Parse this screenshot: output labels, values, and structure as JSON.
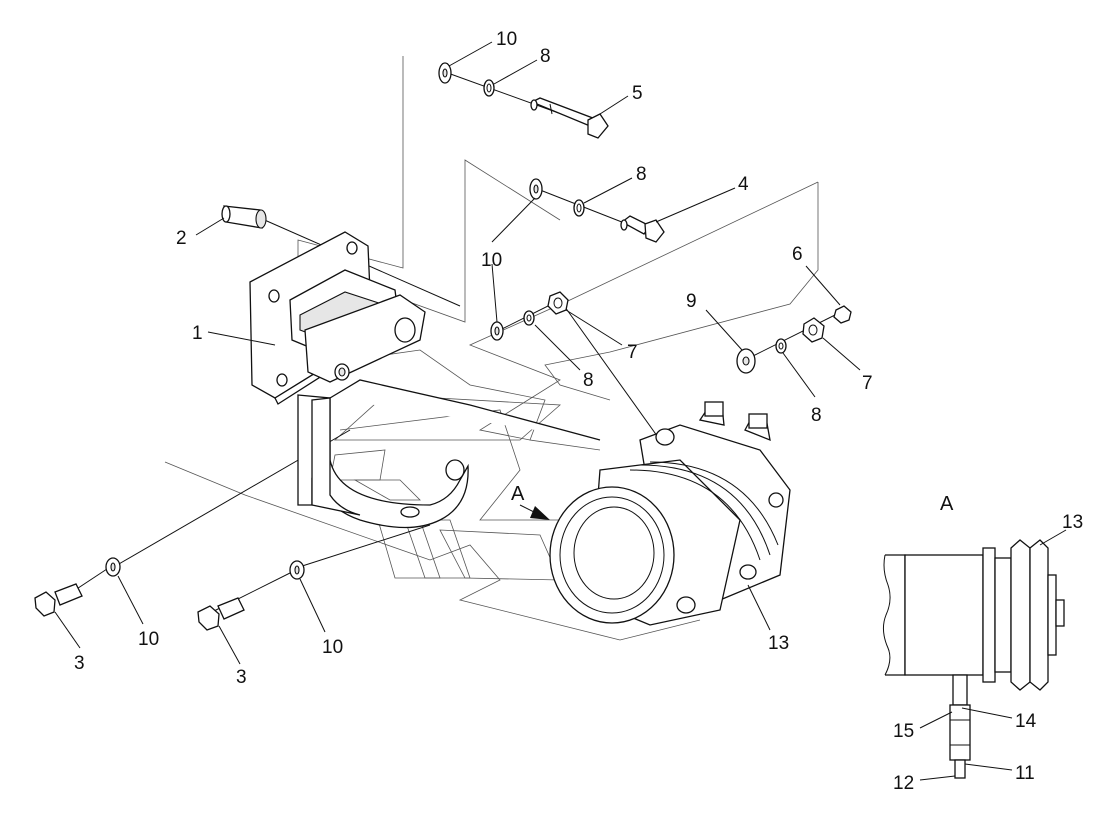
{
  "diagram": {
    "view_label": "A",
    "arrow_label": "A",
    "callouts": [
      {
        "id": "c-10a",
        "text": "10"
      },
      {
        "id": "c-8a",
        "text": "8"
      },
      {
        "id": "c-5",
        "text": "5"
      },
      {
        "id": "c-8b",
        "text": "8"
      },
      {
        "id": "c-4",
        "text": "4"
      },
      {
        "id": "c-2",
        "text": "2"
      },
      {
        "id": "c-10b",
        "text": "10"
      },
      {
        "id": "c-6",
        "text": "6"
      },
      {
        "id": "c-1",
        "text": "1"
      },
      {
        "id": "c-9",
        "text": "9"
      },
      {
        "id": "c-7a",
        "text": "7"
      },
      {
        "id": "c-8c",
        "text": "8"
      },
      {
        "id": "c-7b",
        "text": "7"
      },
      {
        "id": "c-8d",
        "text": "8"
      },
      {
        "id": "c-10c",
        "text": "10"
      },
      {
        "id": "c-3a",
        "text": "3"
      },
      {
        "id": "c-10d",
        "text": "10"
      },
      {
        "id": "c-3b",
        "text": "3"
      },
      {
        "id": "c-13a",
        "text": "13"
      },
      {
        "id": "c-13b",
        "text": "13"
      },
      {
        "id": "c-14",
        "text": "14"
      },
      {
        "id": "c-15",
        "text": "15"
      },
      {
        "id": "c-11",
        "text": "11"
      },
      {
        "id": "c-12",
        "text": "12"
      }
    ]
  }
}
